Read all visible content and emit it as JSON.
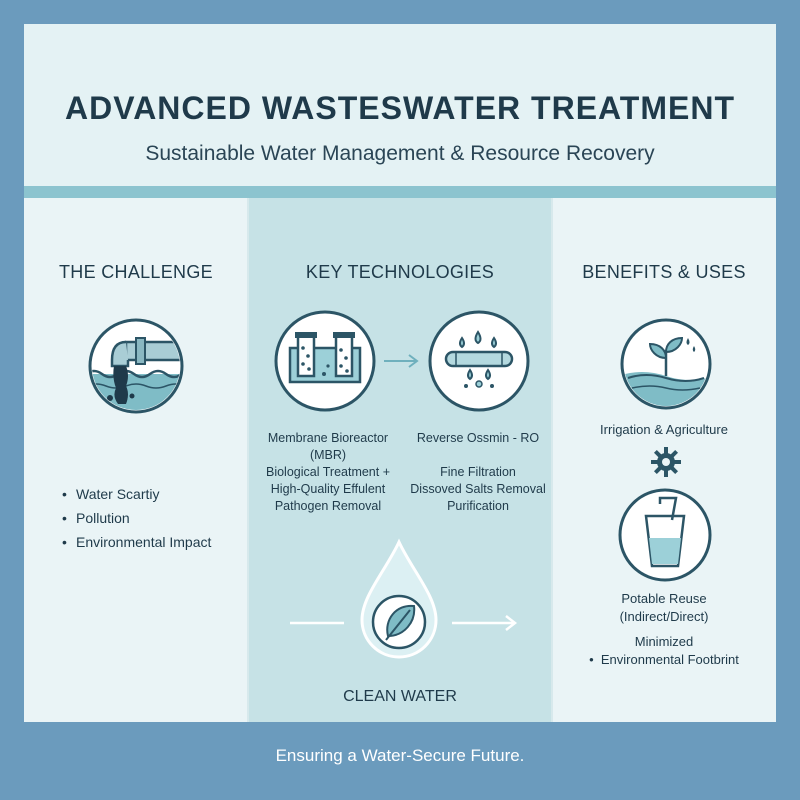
{
  "header": {
    "title": "ADVANCED WASTESWATER TREATMENT",
    "subtitle": "Sustainable Water Management & Resource Recovery"
  },
  "challenge": {
    "title": "THE CHALLENGE",
    "items": [
      "Water Scartiy",
      "Pollution",
      "Environmental Impact"
    ]
  },
  "technologies": {
    "title": "KEY TECHNOLOGIES",
    "mbr": {
      "name_line1": "Membrane Bioreactor",
      "name_line2": "(MBR)",
      "details": [
        "Biological Treatment +",
        "High-Quality Effulent",
        "Pathogen Removal"
      ]
    },
    "ro": {
      "name": "Reverse Ossmin - RO",
      "details": [
        "Fine Filtration",
        "Dissoved Salts Removal",
        "Purification"
      ]
    },
    "clean_water": "CLEAN WATER"
  },
  "benefits": {
    "title": "BENEFITS & USES",
    "irrigation": "Irrigation & Agriculture",
    "potable_line1": "Potable Reuse",
    "potable_line2": "(Indirect/Direct)",
    "minimized": "Minimized",
    "footprint": "Environmental Footbrint"
  },
  "footer": "Ensuring a Water-Secure Future.",
  "colors": {
    "background": "#6b9bbd",
    "panel": "#e9f4f6",
    "center_column": "#c6e2e6",
    "accent": "#8cc4cf",
    "ink": "#1f3a4a"
  }
}
